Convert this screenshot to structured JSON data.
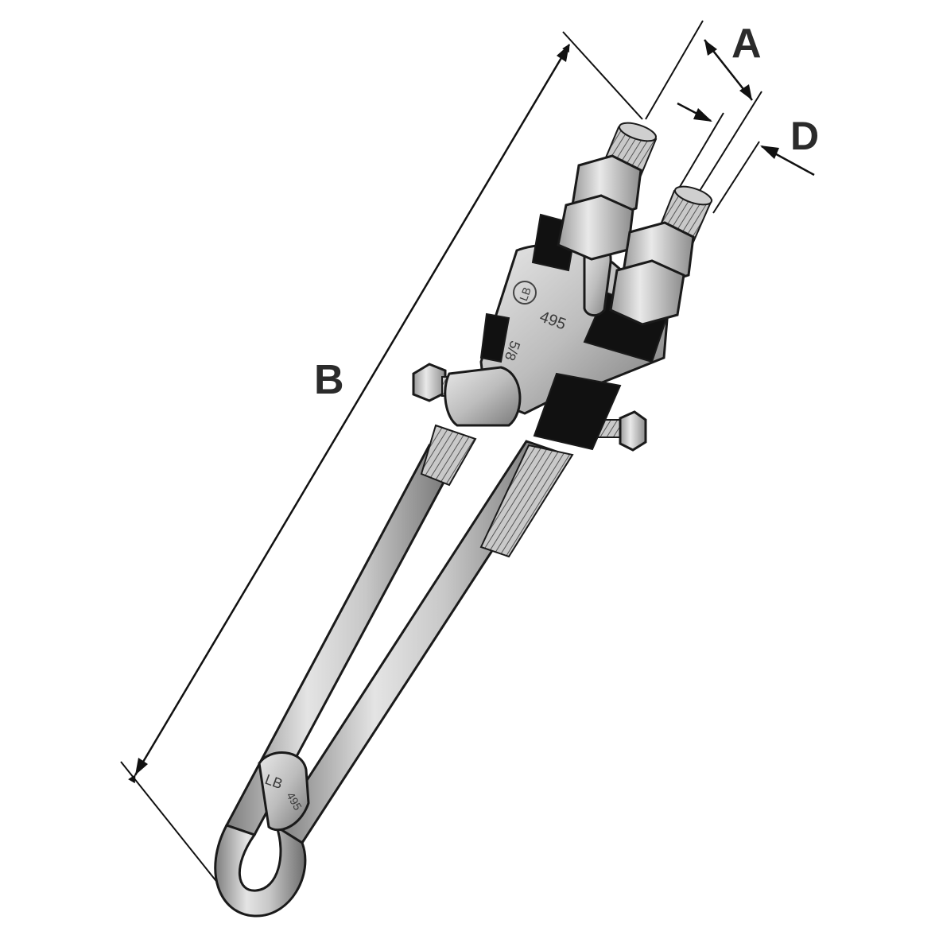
{
  "dimensions": {
    "a_label": "A",
    "b_label": "B",
    "d_label": "D"
  },
  "stamps": {
    "logo_body": "LB",
    "code_body": "495",
    "code_body_2": "5/8",
    "logo_bail": "LB",
    "code_bail": "495"
  },
  "colors": {
    "steel": "#c9c9c9",
    "steel_dark": "#8a8a8a",
    "rubber": "#111111",
    "outline": "#1a1a1a",
    "label": "#2b2b2b"
  }
}
